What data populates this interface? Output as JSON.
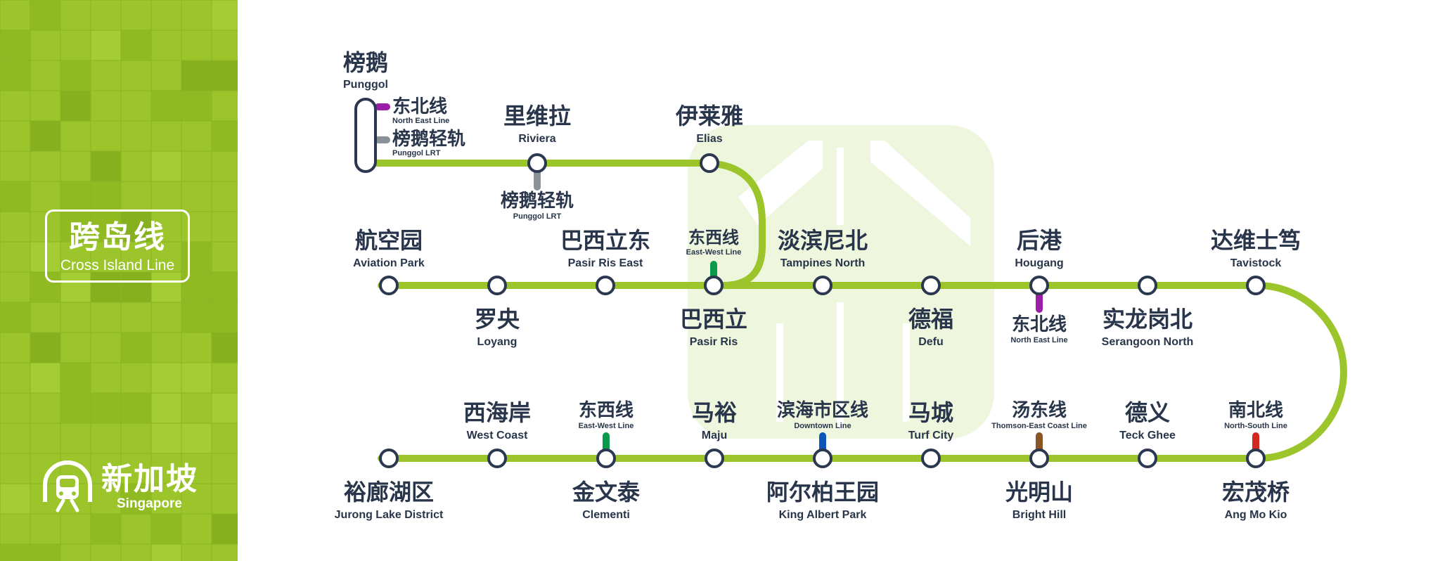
{
  "colors": {
    "line": "#9bc52a",
    "station_ring": "#2b3850",
    "text": "#28354a",
    "north_east_line": "#9a1fa6",
    "punggol_lrt": "#8a9299",
    "east_west_line": "#0b9a4c",
    "downtown_line": "#0a57b8",
    "thomson_east_coast_line": "#8a5424",
    "north_south_line": "#d4281f",
    "watermark": "#eef7dd"
  },
  "badge": {
    "cn": "跨岛线",
    "en": "Cross Island Line"
  },
  "brand": {
    "cn": "新加坡",
    "en": "Singapore",
    "logo": "train-icon"
  },
  "stations": {
    "punggol": {
      "cn": "榜鹅",
      "en": "Punggol"
    },
    "riviera": {
      "cn": "里维拉",
      "en": "Riviera"
    },
    "elias": {
      "cn": "伊莱雅",
      "en": "Elias"
    },
    "aviation_park": {
      "cn": "航空园",
      "en": "Aviation Park"
    },
    "loyang": {
      "cn": "罗央",
      "en": "Loyang"
    },
    "pasir_ris_east": {
      "cn": "巴西立东",
      "en": "Pasir Ris East"
    },
    "pasir_ris": {
      "cn": "巴西立",
      "en": "Pasir Ris"
    },
    "tampines_north": {
      "cn": "淡滨尼北",
      "en": "Tampines North"
    },
    "defu": {
      "cn": "德福",
      "en": "Defu"
    },
    "hougang": {
      "cn": "后港",
      "en": "Hougang"
    },
    "serangoon_north": {
      "cn": "实龙岗北",
      "en": "Serangoon North"
    },
    "tavistock": {
      "cn": "达维士笃",
      "en": "Tavistock"
    },
    "jurong_lake_district": {
      "cn": "裕廊湖区",
      "en": "Jurong Lake District"
    },
    "west_coast": {
      "cn": "西海岸",
      "en": "West Coast"
    },
    "clementi": {
      "cn": "金文泰",
      "en": "Clementi"
    },
    "maju": {
      "cn": "马裕",
      "en": "Maju"
    },
    "king_albert_park": {
      "cn": "阿尔柏王园",
      "en": "King Albert Park"
    },
    "turf_city": {
      "cn": "马城",
      "en": "Turf City"
    },
    "bright_hill": {
      "cn": "光明山",
      "en": "Bright Hill"
    },
    "teck_ghee": {
      "cn": "德义",
      "en": "Teck Ghee"
    },
    "ang_mo_kio": {
      "cn": "宏茂桥",
      "en": "Ang Mo Kio"
    }
  },
  "transfers": {
    "punggol_nel": {
      "cn": "东北线",
      "en": "North East Line"
    },
    "punggol_lrt": {
      "cn": "榜鹅轻轨",
      "en": "Punggol LRT"
    },
    "riviera_lrt": {
      "cn": "榜鹅轻轨",
      "en": "Punggol LRT"
    },
    "pasir_ris_ewl": {
      "cn": "东西线",
      "en": "East-West Line"
    },
    "hougang_nel": {
      "cn": "东北线",
      "en": "North East Line"
    },
    "clementi_ewl": {
      "cn": "东西线",
      "en": "East-West Line"
    },
    "kap_dtl": {
      "cn": "滨海市区线",
      "en": "Downtown Line"
    },
    "bright_hill_tel": {
      "cn": "汤东线",
      "en": "Thomson-East Coast Line"
    },
    "amk_nsl": {
      "cn": "南北线",
      "en": "North-South Line"
    }
  }
}
